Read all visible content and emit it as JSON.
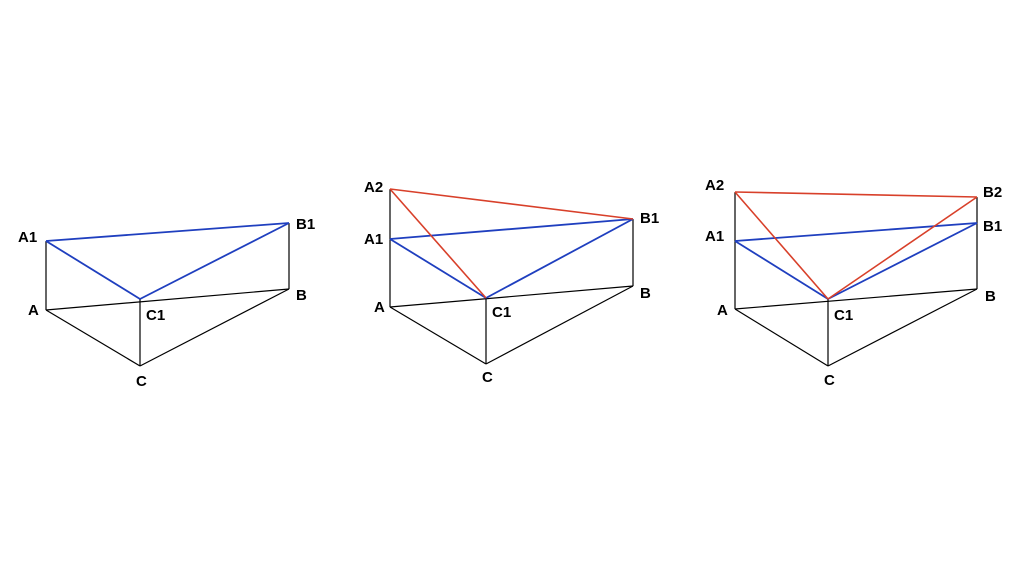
{
  "colors": {
    "background": "#ffffff",
    "black_edge": "#000000",
    "blue_edge": "#1f3fbf",
    "red_edge": "#d8402a"
  },
  "figures": [
    {
      "id": "fig1",
      "labels": {
        "A1": "A1",
        "B1": "B1",
        "A": "A",
        "B": "B",
        "C1": "C1",
        "C": "C"
      }
    },
    {
      "id": "fig2",
      "labels": {
        "A2": "A2",
        "A1": "A1",
        "B1": "B1",
        "A": "A",
        "B": "B",
        "C1": "C1",
        "C": "C"
      }
    },
    {
      "id": "fig3",
      "labels": {
        "A2": "A2",
        "B2": "B2",
        "A1": "A1",
        "B1": "B1",
        "A": "A",
        "B": "B",
        "C1": "C1",
        "C": "C"
      }
    }
  ]
}
